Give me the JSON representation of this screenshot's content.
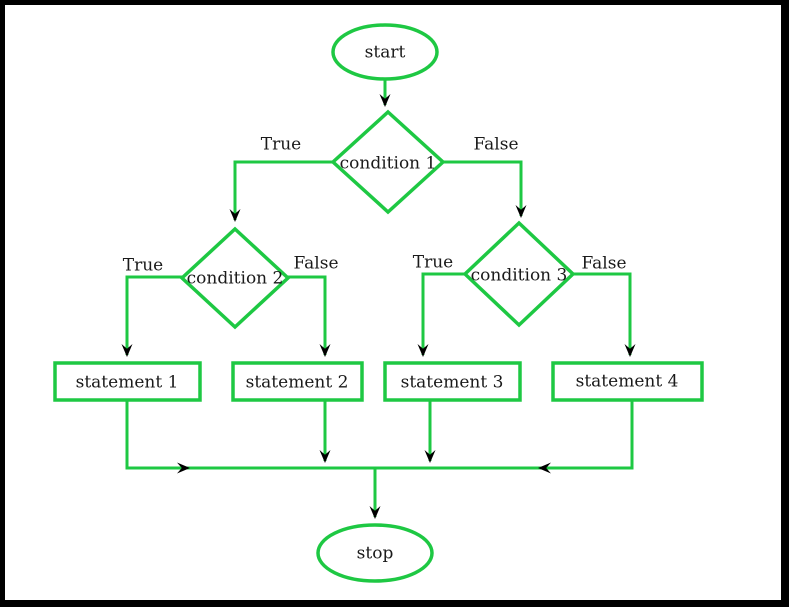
{
  "diagram": {
    "type": "flowchart",
    "colors": {
      "shape_stroke": "#1ec843",
      "arrowhead": "#000000",
      "label_text": "#1a1a1a",
      "frame": "#000000",
      "background": "#ffffff"
    },
    "nodes": {
      "start": {
        "label": "start",
        "type": "terminator"
      },
      "condition1": {
        "label": "condition 1",
        "type": "decision"
      },
      "condition2": {
        "label": "condition 2",
        "type": "decision"
      },
      "condition3": {
        "label": "condition 3",
        "type": "decision"
      },
      "statement1": {
        "label": "statement 1",
        "type": "process"
      },
      "statement2": {
        "label": "statement 2",
        "type": "process"
      },
      "statement3": {
        "label": "statement 3",
        "type": "process"
      },
      "statement4": {
        "label": "statement 4",
        "type": "process"
      },
      "stop": {
        "label": "stop",
        "type": "terminator"
      }
    },
    "branch_labels": {
      "condition1_true": "True",
      "condition1_false": "False",
      "condition2_true": "True",
      "condition2_false": "False",
      "condition3_true": "True",
      "condition3_false": "False"
    },
    "edges": [
      {
        "from": "start",
        "to": "condition1",
        "label": ""
      },
      {
        "from": "condition1",
        "to": "condition2",
        "label": "True"
      },
      {
        "from": "condition1",
        "to": "condition3",
        "label": "False"
      },
      {
        "from": "condition2",
        "to": "statement1",
        "label": "True"
      },
      {
        "from": "condition2",
        "to": "statement2",
        "label": "False"
      },
      {
        "from": "condition3",
        "to": "statement3",
        "label": "True"
      },
      {
        "from": "condition3",
        "to": "statement4",
        "label": "False"
      },
      {
        "from": "statement1",
        "to": "stop",
        "label": ""
      },
      {
        "from": "statement2",
        "to": "stop",
        "label": ""
      },
      {
        "from": "statement3",
        "to": "stop",
        "label": ""
      },
      {
        "from": "statement4",
        "to": "stop",
        "label": ""
      }
    ]
  }
}
